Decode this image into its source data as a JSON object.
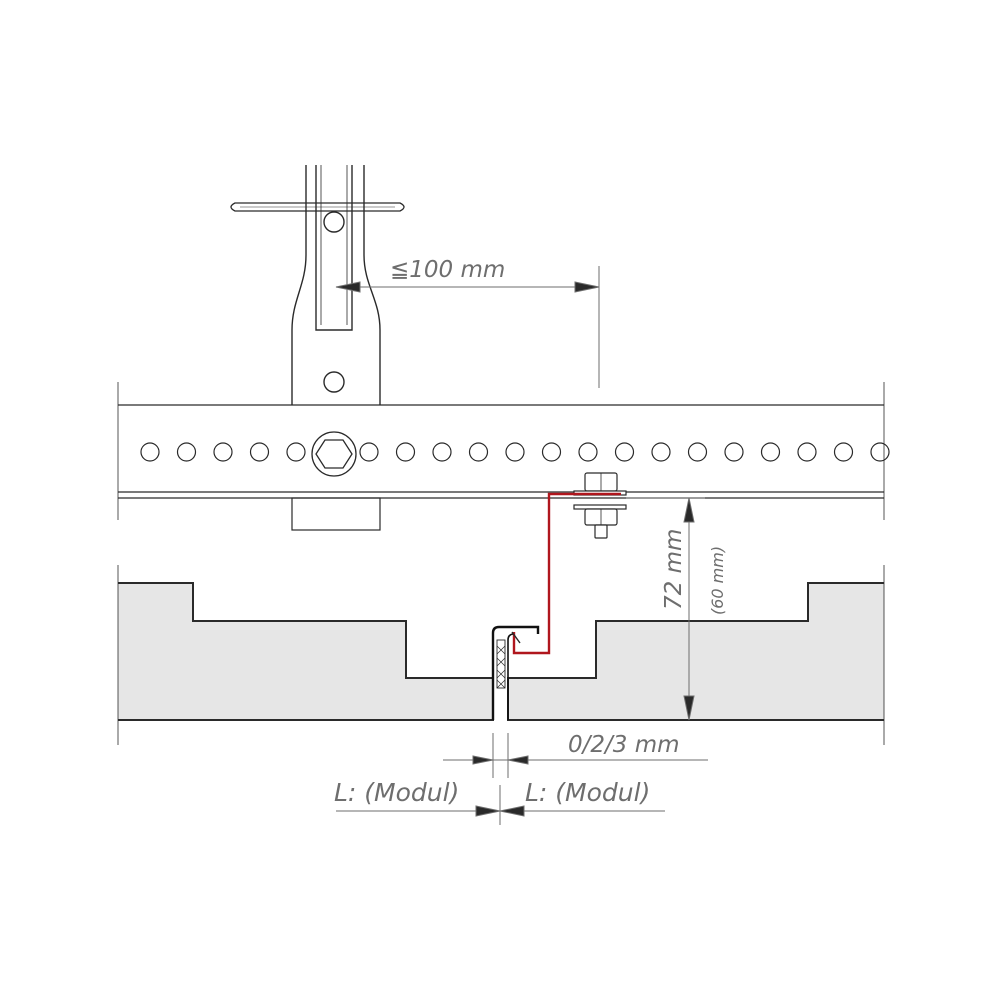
{
  "labels": {
    "max_distance": "≦100 mm",
    "height_main": "72 mm",
    "height_alt": "(60 mm)",
    "gap": "0/2/3 mm",
    "module_left": "L: (Modul)",
    "module_right": "L: (Modul)"
  },
  "colors": {
    "line": "#2a2a2a",
    "dim_line": "#6e6e6e",
    "panel_fill": "#e6e6e6",
    "clip_red": "#b0161d",
    "background": "#ffffff"
  }
}
